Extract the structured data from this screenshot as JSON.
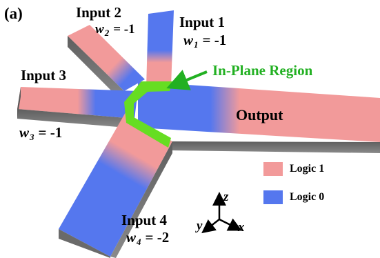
{
  "panel_label": "(a)",
  "inputs": [
    {
      "name": "Input 1",
      "weight_symbol": "w",
      "weight_index": "1",
      "weight_value": "= -1"
    },
    {
      "name": "Input 2",
      "weight_symbol": "w",
      "weight_index": "2",
      "weight_value": "= -1"
    },
    {
      "name": "Input 3",
      "weight_symbol": "w",
      "weight_index": "3",
      "weight_value": "= -1"
    },
    {
      "name": "Input 4",
      "weight_symbol": "w",
      "weight_index": "4",
      "weight_value": "= -2"
    }
  ],
  "output_label": "Output",
  "region_label": "In-Plane Region",
  "legend": [
    {
      "label": "Logic 1",
      "color": "#f29a9a"
    },
    {
      "label": "Logic 0",
      "color": "#5577ee"
    }
  ],
  "axes": {
    "x": "x",
    "y": "y",
    "z": "z"
  },
  "colors": {
    "logic1": "#f29a9a",
    "logic0": "#5577ee",
    "region": "#66dd22",
    "region_label": "#22b022",
    "substrate": "#6f6f6f"
  }
}
